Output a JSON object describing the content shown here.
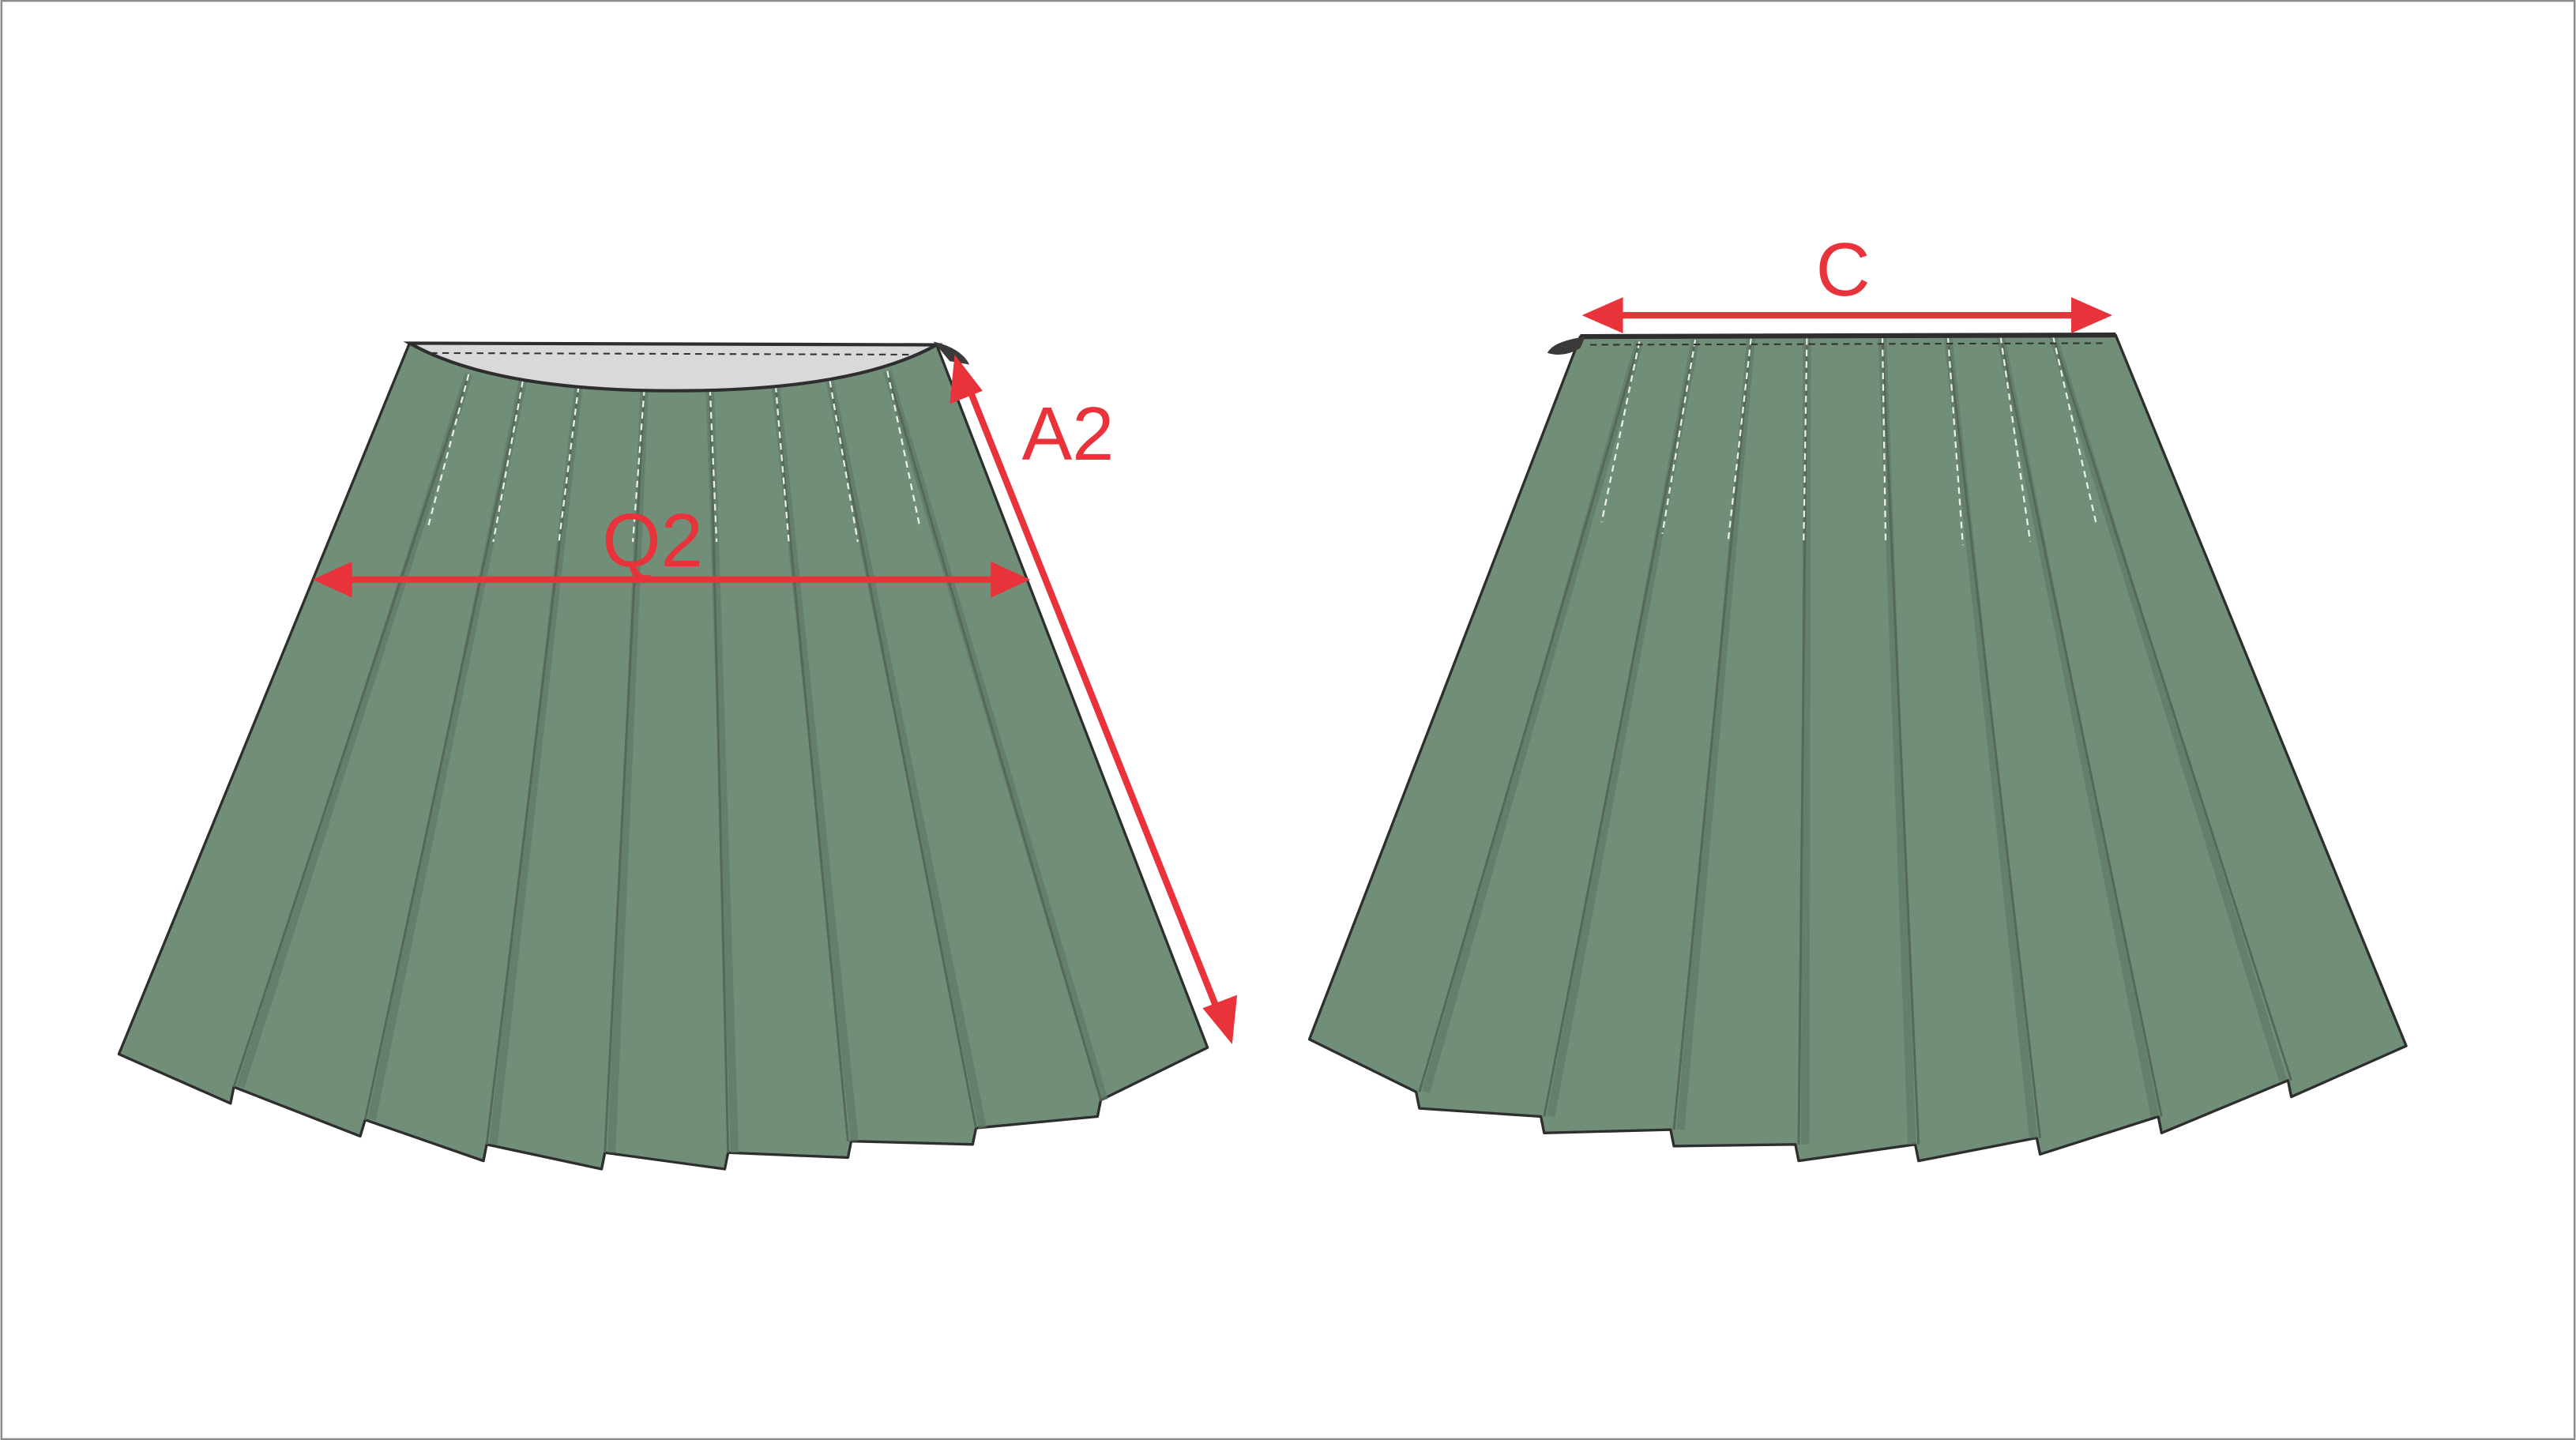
{
  "measurements": {
    "q2": "Q2",
    "a2": "A2",
    "c": "C"
  },
  "colors": {
    "skirt": "#718f78",
    "arrow": "#e8333a",
    "outline": "#2e2e2e"
  }
}
